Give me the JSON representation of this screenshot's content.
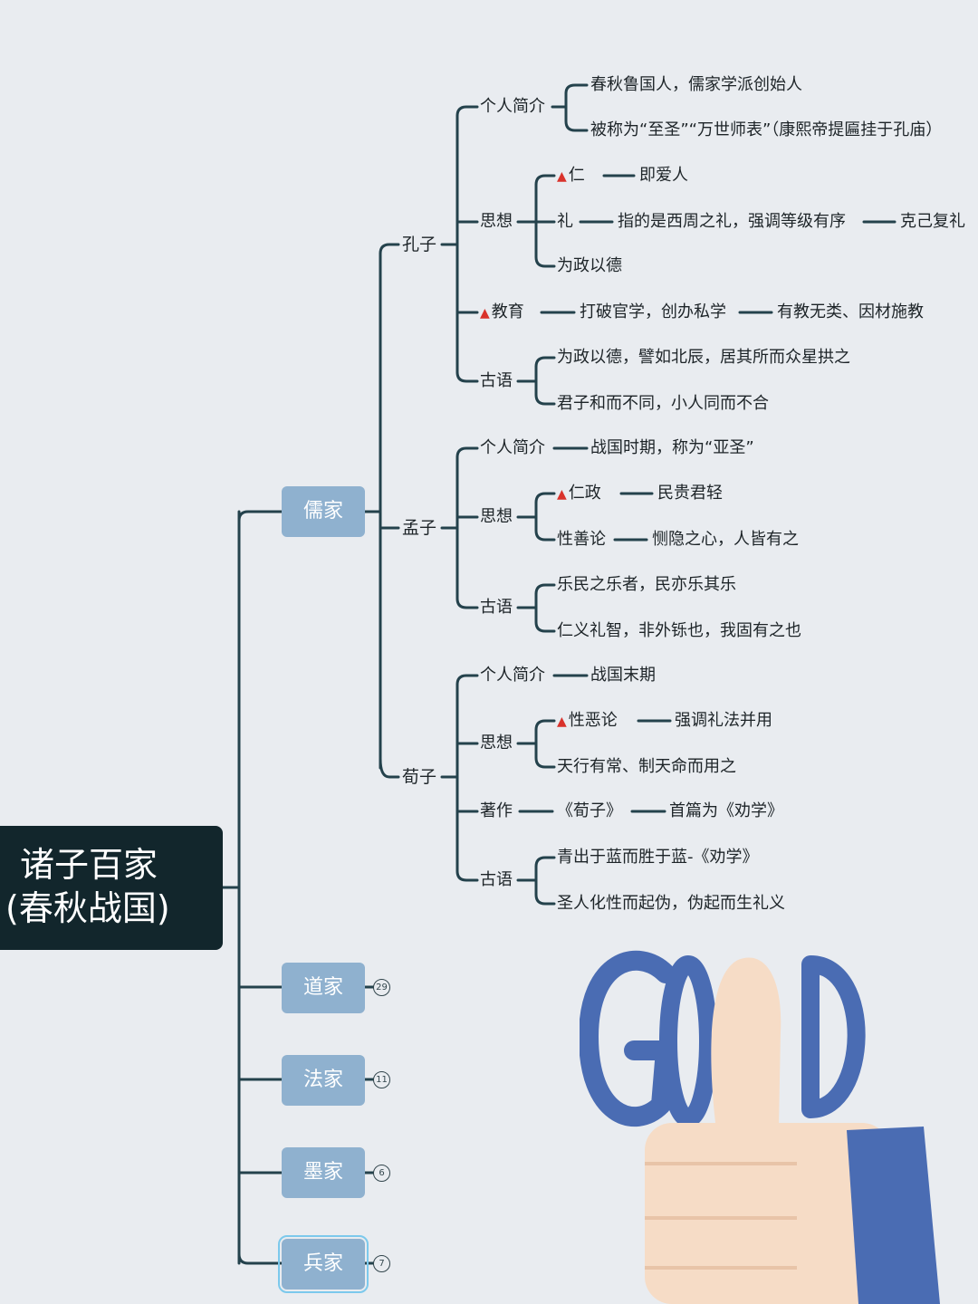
{
  "root": {
    "line1": "诸子百家",
    "line2": "(春秋战国)"
  },
  "schools": [
    {
      "name": "儒家"
    },
    {
      "name": "道家",
      "count": "29"
    },
    {
      "name": "法家",
      "count": "11"
    },
    {
      "name": "墨家",
      "count": "6"
    },
    {
      "name": "兵家",
      "count": "7"
    }
  ],
  "kongzi": {
    "name": "孔子",
    "intro_label": "个人简介",
    "intro_1": "春秋鲁国人，儒家学派创始人",
    "intro_2": "被称为“至圣”“万世师表”（康熙帝提匾挂于孔庙）",
    "thought_label": "思想",
    "ren": "仁",
    "ren_desc": "即爱人",
    "li": "礼",
    "li_desc": "指的是西周之礼，强调等级有序",
    "li_more": "克己复礼",
    "weizheng": "为政以德",
    "edu_label": "教育",
    "edu_desc": "打破官学，创办私学",
    "edu_more": "有教无类、因材施教",
    "quote_label": "古语",
    "quote_1": "为政以德，譬如北辰，居其所而众星拱之",
    "quote_2": "君子和而不同，小人同而不合"
  },
  "mengzi": {
    "name": "孟子",
    "intro_label": "个人简介",
    "intro": "战国时期，称为“亚圣”",
    "thought_label": "思想",
    "renzheng": "仁政",
    "renzheng_desc": "民贵君轻",
    "xingshan": "性善论",
    "xingshan_desc": "恻隐之心，人皆有之",
    "quote_label": "古语",
    "quote_1": "乐民之乐者，民亦乐其乐",
    "quote_2": "仁义礼智，非外铄也，我固有之也"
  },
  "xunzi": {
    "name": "荀子",
    "intro_label": "个人简介",
    "intro": "战国末期",
    "thought_label": "思想",
    "xinge": "性恶论",
    "xinge_desc": "强调礼法并用",
    "tianxing": "天行有常、制天命而用之",
    "works_label": "著作",
    "works": "《荀子》",
    "works_desc": "首篇为《劝学》",
    "quote_label": "古语",
    "quote_1": "青出于蓝而胜于蓝-《劝学》",
    "quote_2": "圣人化性而起伪，伪起而生礼义"
  },
  "colors": {
    "line": "#24424c",
    "school_fill": "#8fb1cf",
    "root_fill": "#12262c",
    "accent_triangle": "#d9322b",
    "good_blue": "#4a6cb3",
    "thumb": "#f6dcc6"
  },
  "decoration": {
    "sticker_text": "GOOD"
  }
}
